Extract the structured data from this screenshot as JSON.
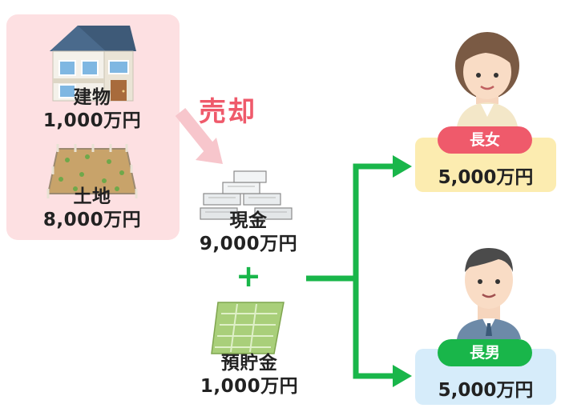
{
  "assets": {
    "building": {
      "name": "建物",
      "amount": "1,000万円"
    },
    "land": {
      "name": "土地",
      "amount": "8,000万円"
    }
  },
  "action": {
    "label": "売却"
  },
  "cash": {
    "name": "現金",
    "amount": "9,000万円"
  },
  "plus": "+",
  "deposit": {
    "name": "預貯金",
    "amount": "1,000万円"
  },
  "heirs": [
    {
      "relation": "長女",
      "amount": "5,000万円",
      "pill_color": "#ef5a6b",
      "box_color": "#fcecb0"
    },
    {
      "relation": "長男",
      "amount": "5,000万円",
      "pill_color": "#19b64a",
      "box_color": "#d6ecfa"
    }
  ],
  "colors": {
    "panel": "#fde0e2",
    "arrow_sell": "#f7c6cc",
    "arrow_split": "#19b64a"
  }
}
